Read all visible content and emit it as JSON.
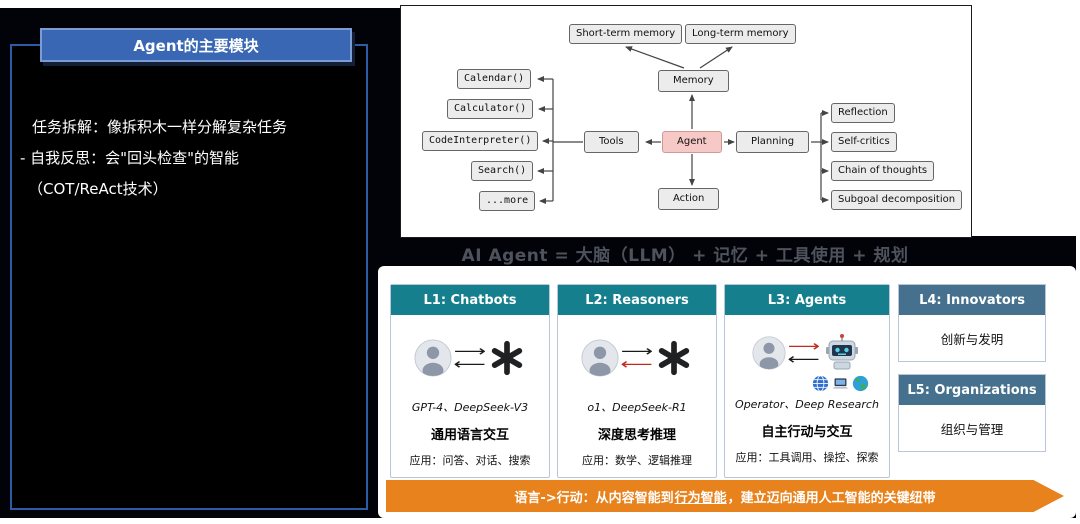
{
  "left_panel": {
    "title": "Agent的主要模块",
    "lines": [
      "任务拆解：像拆积木一样分解复杂任务",
      "- 自我反思：会\"回头检查\"的智能",
      "（COT/ReAct技术）"
    ]
  },
  "diagram": {
    "nodes": {
      "short_term": "Short-term memory",
      "long_term": "Long-term memory",
      "memory": "Memory",
      "calendar": "Calendar()",
      "calculator": "Calculator()",
      "code_interpreter": "CodeInterpreter()",
      "search": "Search()",
      "more": "...more",
      "tools": "Tools",
      "agent": "Agent",
      "planning": "Planning",
      "action": "Action",
      "reflection": "Reflection",
      "self_critics": "Self-critics",
      "chain": "Chain of thoughts",
      "subgoal": "Subgoal decomposition"
    },
    "caption": "AI Agent = 大脑（LLM） + 记忆 + 工具使用 + 规划"
  },
  "levels": {
    "cards": [
      {
        "header": "L1: Chatbots",
        "models": "GPT-4、DeepSeek-V3",
        "capability": "通用语言交互",
        "apps": "应用：问答、对话、搜索",
        "arrow_top_color": "#1a1a1a",
        "arrow_bottom_color": "#1a1a1a"
      },
      {
        "header": "L2: Reasoners",
        "models": "o1、DeepSeek-R1",
        "capability": "深度思考推理",
        "apps": "应用：数学、逻辑推理",
        "arrow_top_color": "#1a1a1a",
        "arrow_bottom_color": "#c5281c"
      },
      {
        "header": "L3: Agents",
        "models": "Operator、Deep Research",
        "capability": "自主行动与交互",
        "apps": "应用：工具调用、操控、探索",
        "arrow_top_color": "#c5281c",
        "arrow_bottom_color": "#1a1a1a"
      }
    ],
    "side": [
      {
        "header": "L4: Innovators",
        "label": "创新与发明"
      },
      {
        "header": "L5: Organizations",
        "label": "组织与管理"
      }
    ],
    "banner": {
      "pre": "语言->行动：从内容智能到",
      "highlight": "行为智能",
      "post": "，建立迈向通用人工智能的关键纽带"
    }
  },
  "icons": {
    "arrow_right_glyph": "⟶",
    "arrow_left_glyph": "⟵",
    "person": "person-icon",
    "openai_logo": "openai-logo-icon",
    "robot": "robot-icon",
    "globe": "globe-icon",
    "laptop": "laptop-icon",
    "earth": "earth-icon"
  },
  "colors": {
    "teal_header": "#157f8e",
    "slate_header": "#45718f",
    "banner_orange": "#e8821c",
    "agent_node_pink": "#f6c9c7",
    "accent_blue": "#3a67b4",
    "arrow_red": "#c5281c",
    "arrow_black": "#1a1a1a"
  }
}
